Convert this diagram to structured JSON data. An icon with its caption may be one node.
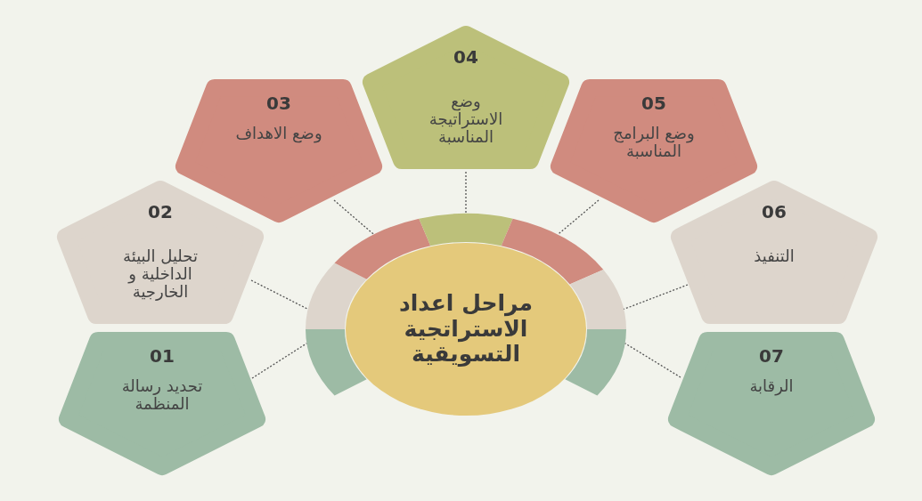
{
  "diagram": {
    "nodes": [
      {
        "text": [
          "مراحل اعداد الاستراتجية التسويقية"
        ]
      },
      {
        "text": [
          "01",
          "تحديد رسالة المنظمة"
        ]
      },
      {
        "text": [
          "02",
          "تحليل البيئة الداخلية و الخارجية"
        ]
      },
      {
        "text": [
          "03",
          "وضع الاهداف"
        ]
      },
      {
        "text": [
          "04",
          "وضع الاستراتيجة المناسبة"
        ]
      },
      {
        "text": [
          "05",
          "وضع البرامج المناسبة"
        ]
      },
      {
        "text": [
          "06",
          "التنفيذ"
        ]
      },
      {
        "text": [
          "07",
          "الرقابة"
        ]
      },
      {
        "text": [],
        "shape": "arc"
      },
      {
        "text": [],
        "shape": "arc"
      },
      {
        "text": [],
        "shape": "arc"
      },
      {
        "text": [],
        "shape": "arc"
      },
      {
        "text": [],
        "shape": "arc"
      },
      {
        "text": [],
        "shape": "arc"
      },
      {
        "text": [],
        "shape": "arc"
      }
    ],
    "edges": [
      {
        "from": 1,
        "to": 8,
        "arrow": "none"
      },
      {
        "from": 2,
        "to": 9,
        "arrow": "none"
      },
      {
        "from": 3,
        "to": 10,
        "arrow": "none"
      },
      {
        "from": 4,
        "to": 11,
        "arrow": "none"
      },
      {
        "from": 5,
        "to": 12,
        "arrow": "none"
      },
      {
        "from": 6,
        "to": 13,
        "arrow": "none"
      },
      {
        "from": 7,
        "to": 14,
        "arrow": "none"
      }
    ]
  }
}
